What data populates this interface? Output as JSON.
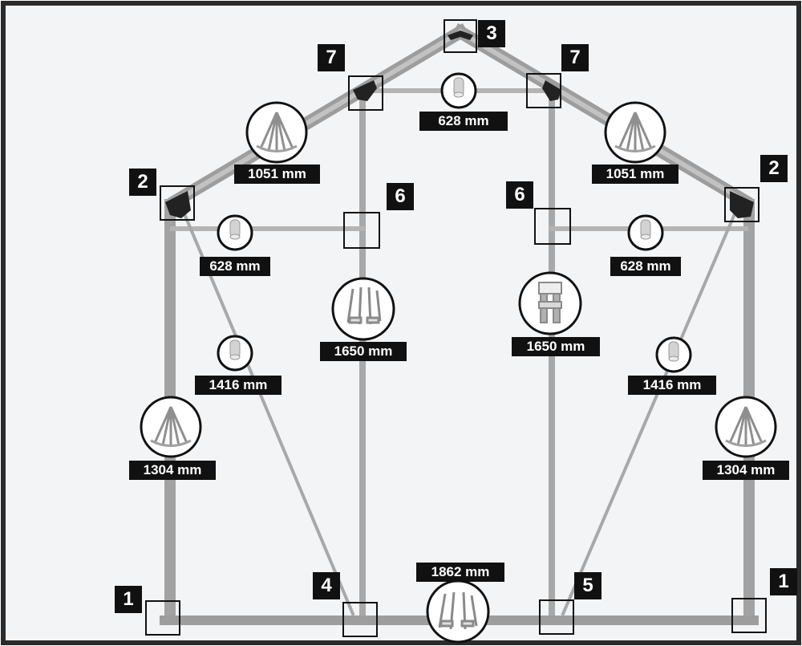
{
  "colors": {
    "background": "#f3f4f6",
    "border": "#2b2b2b",
    "frame_tube": "#a9a9a9",
    "frame_tube_edge": "#8c8c8c",
    "label_bg": "#111111",
    "label_text": "#ffffff"
  },
  "joints": {
    "n1": "1",
    "n2": "2",
    "n3": "3",
    "n4": "4",
    "n5": "5",
    "n6": "6",
    "n7": "7"
  },
  "lengths": {
    "top_rail": "628 mm",
    "roof_left": "1051 mm",
    "roof_right": "1051 mm",
    "crossbar_left": "628 mm",
    "crossbar_right": "628 mm",
    "inner_post_left": "1650 mm",
    "inner_post_right": "1650 mm",
    "brace_left": "1416 mm",
    "brace_right": "1416 mm",
    "side_post_left": "1304 mm",
    "side_post_right": "1304 mm",
    "base_rail": "1862 mm"
  },
  "icons": {
    "roof_profile": "fan-profile-icon",
    "round_tube": "round-tube-icon",
    "post_profile": "post-profile-icon",
    "connector_profile": "connector-profile-icon"
  }
}
